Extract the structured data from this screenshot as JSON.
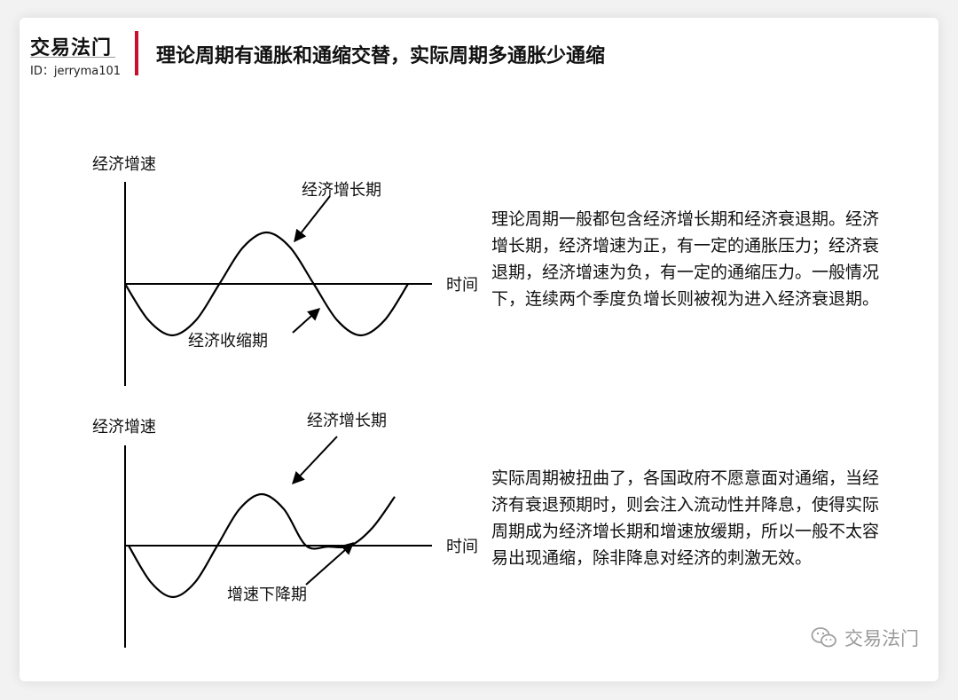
{
  "brand": {
    "name": "交易法门",
    "id": "ID：jerryma101"
  },
  "header": {
    "title": "理论周期有通胀和通缩交替，实际周期多通胀少通缩"
  },
  "descriptions": {
    "theory": "理论周期一般都包含经济增长期和经济衰退期。经济增长期，经济增速为正，有一定的通胀压力；经济衰退期，经济增速为负，有一定的通缩压力。一般情况下，连续两个季度负增长则被视为进入经济衰退期。",
    "actual": "实际周期被扭曲了，各国政府不愿意面对通缩，当经济有衰退预期时，则会注入流动性并降息，使得实际周期成为经济增长期和增速放缓期，所以一般不太容易出现通缩，除非降息对经济的刺激无效。"
  },
  "watermark": {
    "text": "交易法门",
    "icon": "wechat-icon"
  },
  "colors": {
    "accent": "#c8102e",
    "ink": "#000000"
  },
  "chart_data": [
    {
      "type": "line",
      "ylabel": "经济增速",
      "xlabel": "时间",
      "ylim": [
        -1,
        1
      ],
      "xlim": [
        0,
        3
      ],
      "series": [
        {
          "x": [
            0,
            0.25,
            0.5,
            0.75,
            1,
            1.25,
            1.5,
            1.75,
            2,
            2.25,
            2.5,
            2.75,
            3
          ],
          "values": [
            0,
            -0.71,
            -1,
            -0.71,
            0,
            0.71,
            1,
            0.71,
            0,
            -0.71,
            -1,
            -0.71,
            0
          ]
        }
      ],
      "annotations": [
        {
          "label": "经济增长期",
          "x": 1.75,
          "y": 0.8
        },
        {
          "label": "经济收缩期",
          "x": 2.05,
          "y": -0.45
        }
      ]
    },
    {
      "type": "line",
      "ylabel": "经济增速",
      "xlabel": "时间",
      "ylim": [
        -1,
        1
      ],
      "xlim": [
        0,
        3
      ],
      "series": [
        {
          "x": [
            0,
            0.25,
            0.5,
            0.75,
            1,
            1.25,
            1.5,
            1.75,
            2,
            2.25,
            2.5,
            2.75,
            3
          ],
          "values": [
            0,
            -0.71,
            -1,
            -0.71,
            0,
            0.71,
            1,
            0.71,
            0,
            -0.02,
            0,
            0.35,
            0.95
          ]
        }
      ],
      "annotations": [
        {
          "label": "经济增长期",
          "x": 1.65,
          "y": 0.9
        },
        {
          "label": "增速下降期",
          "x": 2.35,
          "y": 0.02
        }
      ]
    }
  ]
}
